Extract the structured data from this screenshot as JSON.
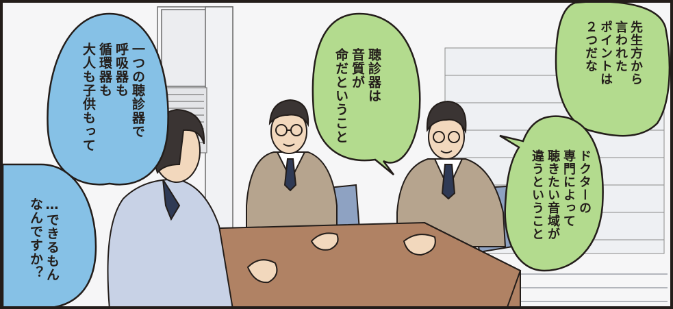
{
  "colors": {
    "bubble_blue": "#86c1e6",
    "bubble_green": "#b3db8e",
    "outline": "#231d1a",
    "jacket": "#b6a48e",
    "table": "#b08264",
    "shirt": "#c8d2e6",
    "wall": "#f6f6f7"
  },
  "speech": {
    "visitor_1": "一つの聴診器で\n呼吸器も\n循環器も\n大人も子供もって",
    "visitor_2": "…できるもん\nなんですか？",
    "young_engineer": "聴診器は\n音質が\n命だということ",
    "senior_engineer_1": "先生方から\n言われた\nポイントは\n２つだな",
    "senior_engineer_2": "ドクターの\n専門によって\n聴きたい音域が\n違うということ"
  }
}
